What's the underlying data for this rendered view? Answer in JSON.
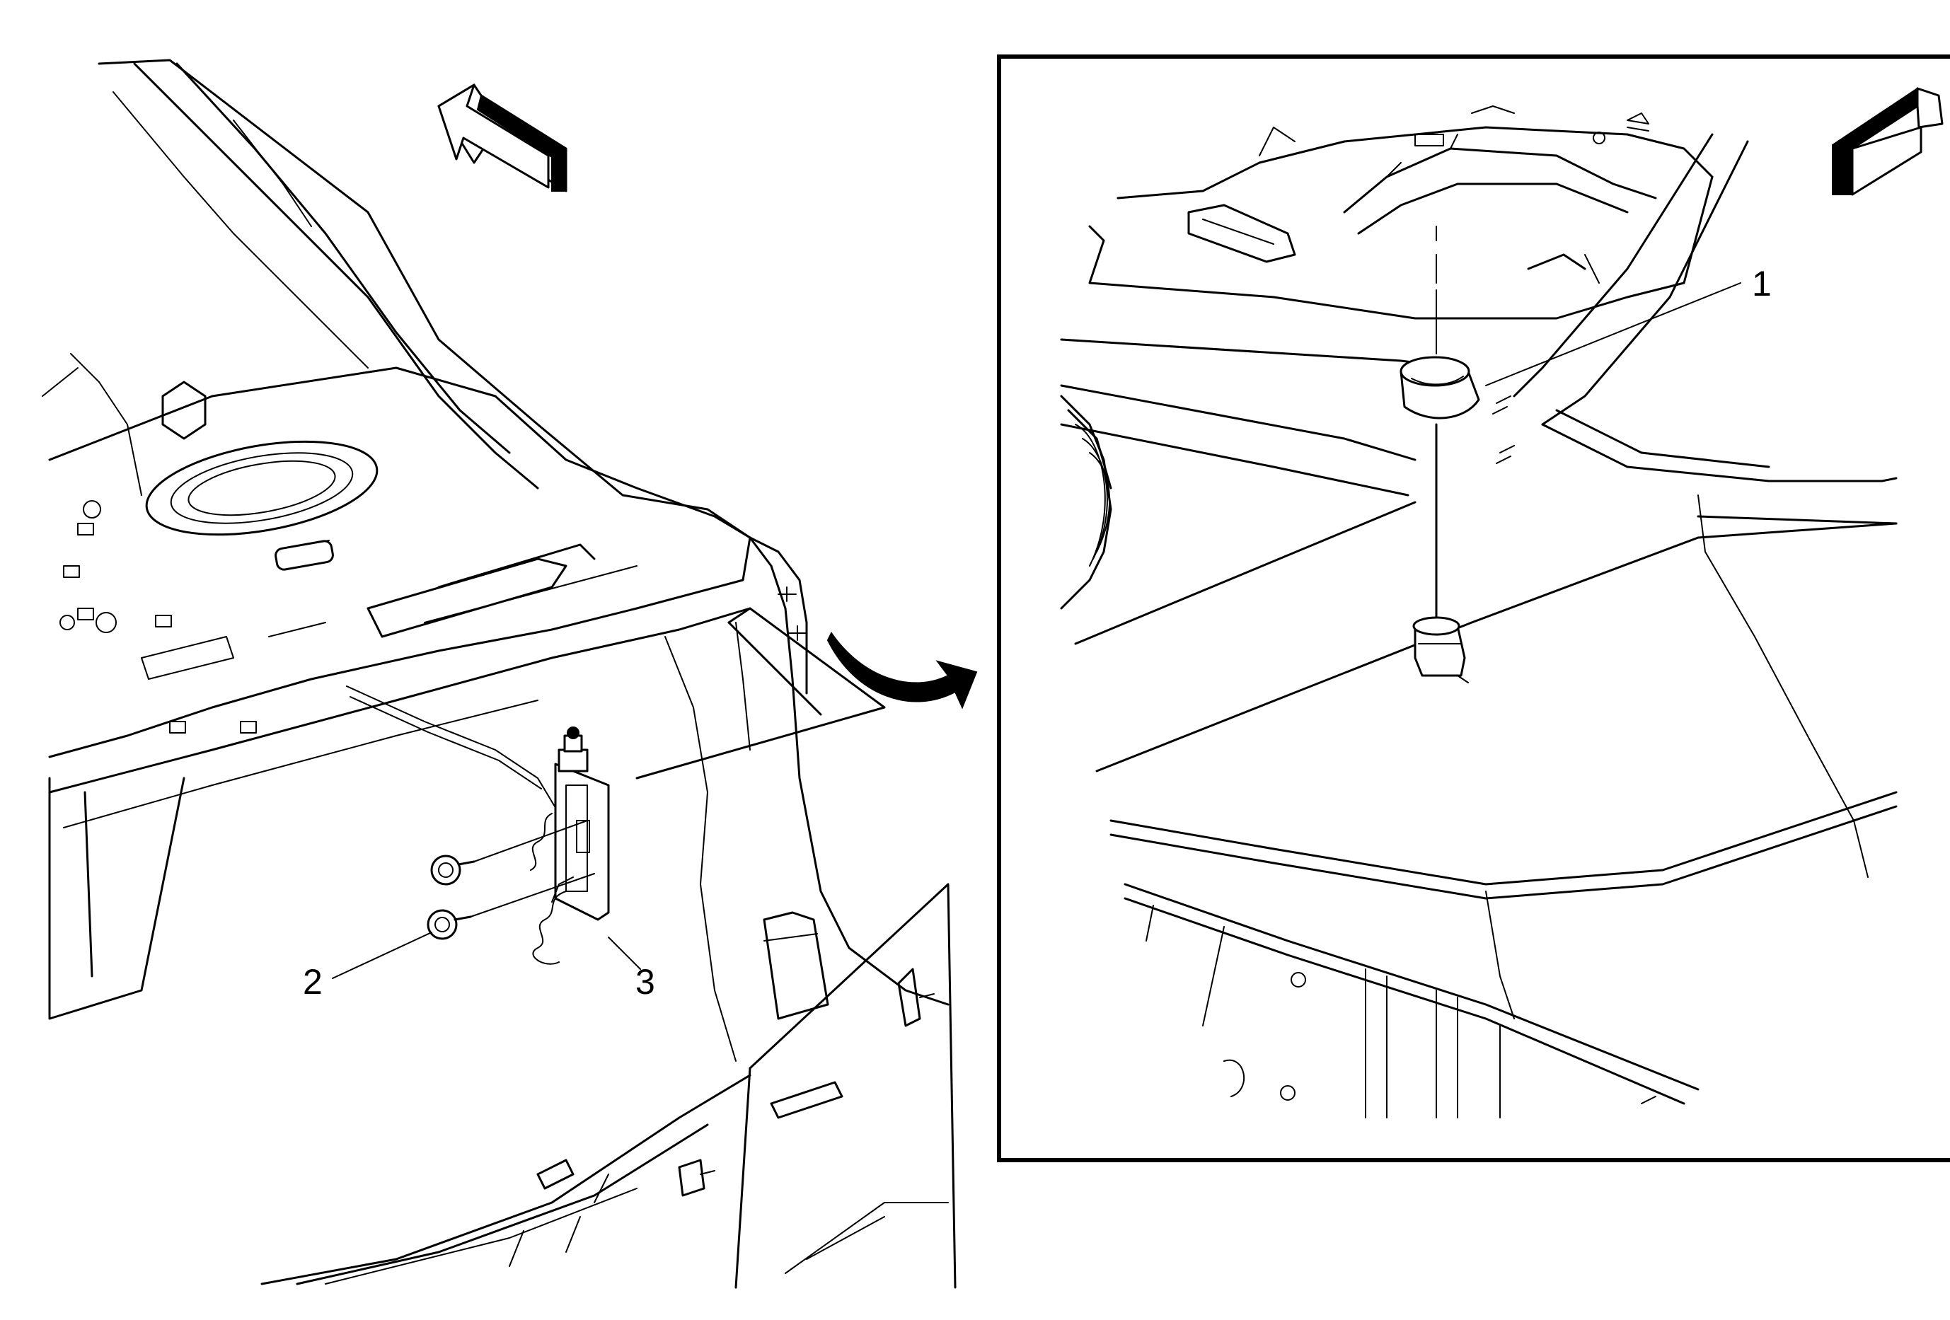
{
  "callouts": [
    {
      "id": "1",
      "label": "1"
    },
    {
      "id": "2",
      "label": "2"
    },
    {
      "id": "3",
      "label": "3"
    }
  ],
  "icons": [
    "front-direction-arrow-icon",
    "front-direction-arrow-icon",
    "detail-view-curved-arrow-icon"
  ],
  "colors": {
    "line": "#000000",
    "background": "#ffffff"
  }
}
